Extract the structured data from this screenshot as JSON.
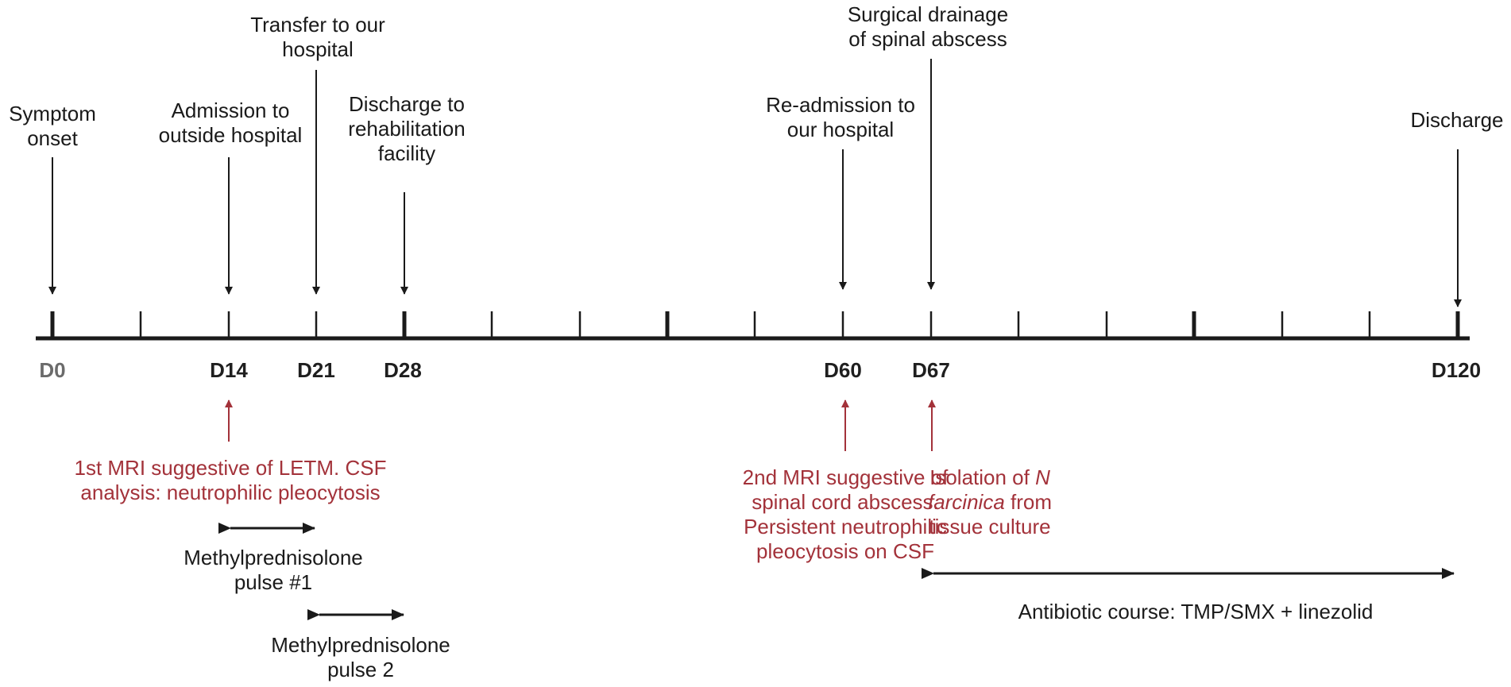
{
  "events_top": [
    {
      "id": "symptom-onset",
      "lines": [
        "Symptom",
        "onset"
      ]
    },
    {
      "id": "admission-outside",
      "lines": [
        "Admission to",
        "outside hospital"
      ]
    },
    {
      "id": "transfer",
      "lines": [
        "Transfer to our",
        "hospital"
      ]
    },
    {
      "id": "discharge-rehab",
      "lines": [
        "Discharge to",
        "rehabilitation",
        "facility"
      ]
    },
    {
      "id": "readmission",
      "lines": [
        "Re-admission to",
        "our hospital"
      ]
    },
    {
      "id": "surgical-drainage",
      "lines": [
        "Surgical drainage",
        "of spinal abscess"
      ]
    },
    {
      "id": "discharge",
      "lines": [
        "Discharge"
      ]
    }
  ],
  "days": [
    "D0",
    "D14",
    "D21",
    "D28",
    "D60",
    "D67",
    "D120"
  ],
  "findings": [
    {
      "id": "mri1",
      "lines": [
        "1st MRI suggestive of LETM. CSF",
        "analysis: neutrophilic pleocytosis"
      ]
    },
    {
      "id": "mri2",
      "lines": [
        "2nd MRI suggestive of",
        "spinal cord abscess.",
        "Persistent neutrophilic",
        "pleocytosis on CSF"
      ]
    },
    {
      "id": "isolation",
      "line1_pre": "Isolation of ",
      "line1_italic": "N",
      "line2_italic": "farcinica",
      "line2_post": " from",
      "line3": "tissue culture"
    }
  ],
  "treatments": [
    {
      "id": "pulse1",
      "lines": [
        "Methylprednisolone",
        "pulse #1"
      ]
    },
    {
      "id": "pulse2",
      "lines": [
        "Methylprednisolone",
        "pulse 2"
      ]
    },
    {
      "id": "antibiotic",
      "lines": [
        "Antibiotic course: TMP/SMX + linezolid"
      ]
    }
  ],
  "colors": {
    "axis": "#1a1a1a",
    "finding": "#a3323a",
    "text": "#1a1a1a",
    "d0": "#6b6b6b"
  }
}
